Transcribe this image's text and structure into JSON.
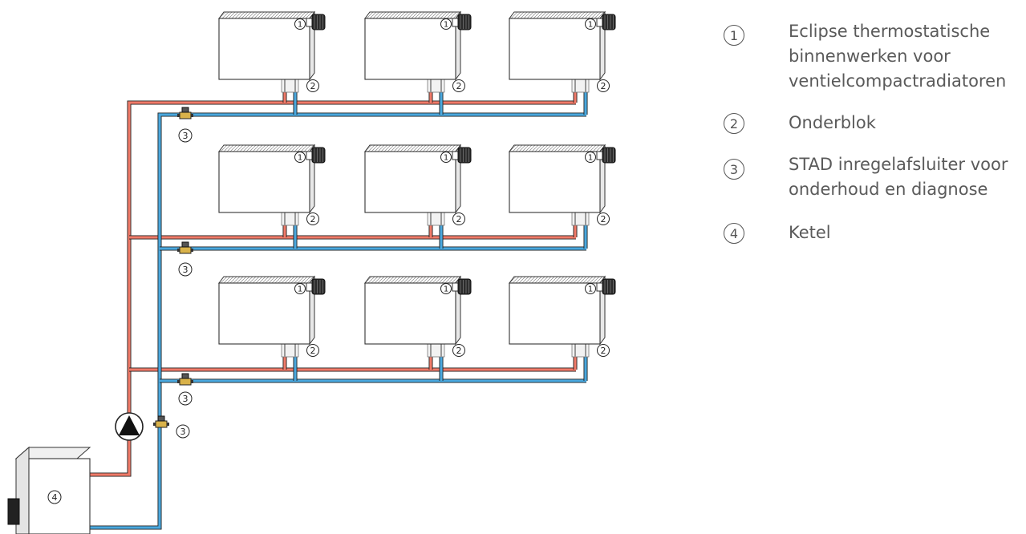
{
  "callout_numbers": {
    "thermostat": "1",
    "bottom_block": "2",
    "stad_valve": "3",
    "boiler": "4"
  },
  "legend": [
    {
      "num": "1",
      "lines": [
        "Eclipse thermostatische",
        "binnenwerken voor",
        "ventielcompactradiatoren"
      ]
    },
    {
      "num": "2",
      "lines": [
        "Onderblok"
      ]
    },
    {
      "num": "3",
      "lines": [
        "STAD inregelafsluiter voor",
        "onderhoud en diagnose"
      ]
    },
    {
      "num": "4",
      "lines": [
        "Ketel"
      ]
    }
  ],
  "colors": {
    "supply": "#f07a68",
    "return": "#4aa8de",
    "outline": "#222222",
    "text": "#555555"
  },
  "icons": {
    "pump": "pump-icon",
    "valve": "stad-valve-icon",
    "thermostat": "thermostat-head-icon",
    "boiler": "boiler-icon"
  }
}
